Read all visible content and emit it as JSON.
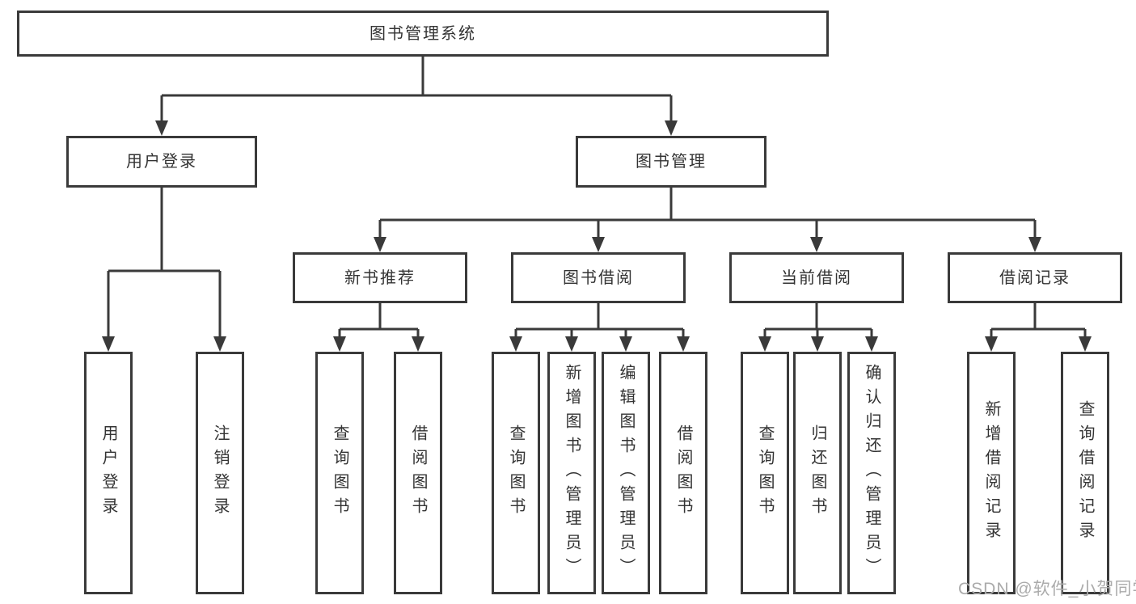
{
  "colors": {
    "line": "#3a3a3a",
    "text": "#333333",
    "watermark": "#ababab",
    "background": "#ffffff"
  },
  "watermark": {
    "text": "CSDN @软件_小贺同学"
  },
  "tree": {
    "root": "图书管理系统",
    "children": [
      {
        "label": "用户登录",
        "children": [
          {
            "label": "用户登录"
          },
          {
            "label": "注销登录"
          }
        ]
      },
      {
        "label": "图书管理",
        "children": [
          {
            "label": "新书推荐",
            "children": [
              {
                "label": "查询图书"
              },
              {
                "label": "借阅图书"
              }
            ]
          },
          {
            "label": "图书借阅",
            "children": [
              {
                "label": "查询图书"
              },
              {
                "label": "新增图书（管理员）"
              },
              {
                "label": "编辑图书（管理员）"
              },
              {
                "label": "借阅图书"
              }
            ]
          },
          {
            "label": "当前借阅",
            "children": [
              {
                "label": "查询图书"
              },
              {
                "label": "归还图书"
              },
              {
                "label": "确认归还（管理员）"
              }
            ]
          },
          {
            "label": "借阅记录",
            "children": [
              {
                "label": "新增借阅记录"
              },
              {
                "label": "查询借阅记录"
              }
            ]
          }
        ]
      }
    ]
  }
}
